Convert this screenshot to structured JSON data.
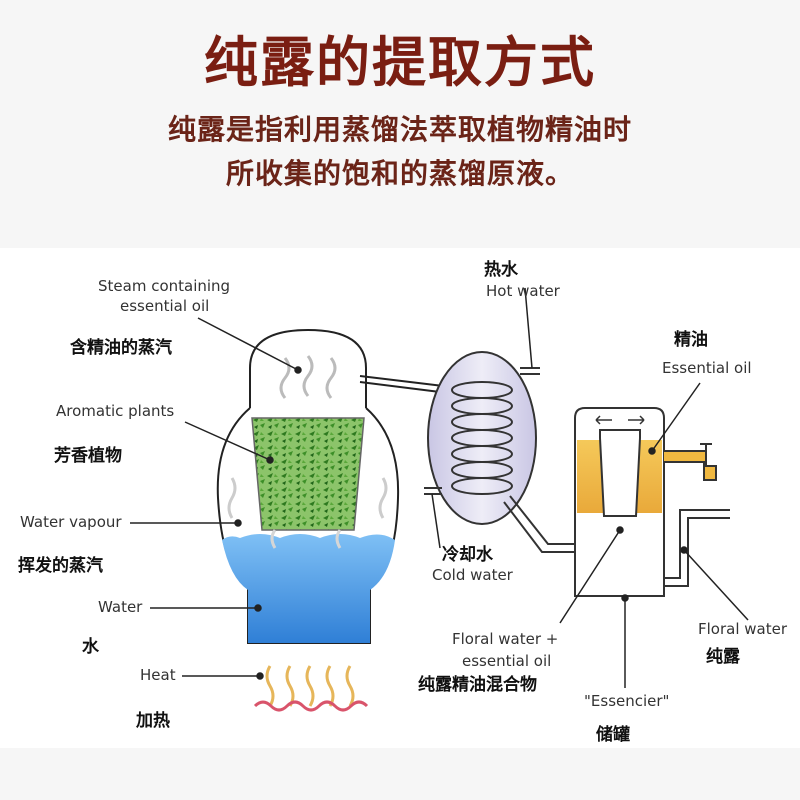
{
  "header": {
    "title": "纯露的提取方式",
    "subtitle_line1": "纯露是指利用蒸馏法萃取植物精油时",
    "subtitle_line2": "所收集的饱和的蒸馏原液。"
  },
  "labels": {
    "steam_en1": "Steam containing",
    "steam_en2": "essential oil",
    "steam_zh": "含精油的蒸汽",
    "aromatic_en": "Aromatic plants",
    "aromatic_zh": "芳香植物",
    "vapour_en": "Water vapour",
    "vapour_zh": "挥发的蒸汽",
    "water_en": "Water",
    "water_zh": "水",
    "heat_en": "Heat",
    "heat_zh": "加热",
    "hot_zh": "热水",
    "hot_en": "Hot water",
    "cold_zh": "冷却水",
    "cold_en": "Cold water",
    "oil_zh": "精油",
    "oil_en": "Essential oil",
    "mix_en1": "Floral water +",
    "mix_en2": "essential oil",
    "mix_zh": "纯露精油混合物",
    "essencier_en": "\"Essencier\"",
    "essencier_zh": "储罐",
    "floral_en": "Floral water",
    "floral_zh": "纯露"
  },
  "colors": {
    "title": "#7a1e12",
    "water": "#3f8fe0",
    "oil": "#f0b840",
    "plants": "#4f9a2a",
    "condenser": "#d6d3ea",
    "heat": "#e6b65a"
  }
}
